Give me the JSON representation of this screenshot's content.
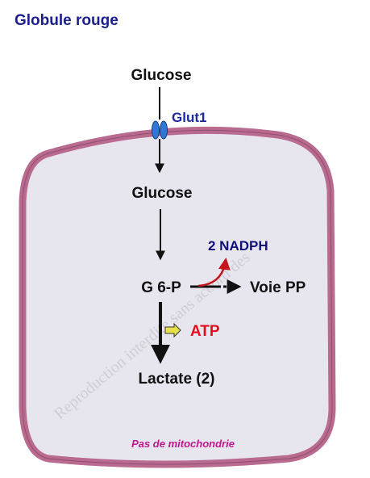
{
  "title": "Globule rouge",
  "labels": {
    "glucose_outside": "Glucose",
    "transporter": "Glut1",
    "glucose_inside": "Glucose",
    "nadph": "2 NADPH",
    "g6p": "G 6-P",
    "pentose_pathway": "Voie PP",
    "atp": "ATP",
    "lactate": "Lactate (2)",
    "note": "Pas de mitochondrie"
  },
  "watermark": "Reproduction interdite sans accord des",
  "colors": {
    "title": "#1a1f8c",
    "transporter": "#1a2aa0",
    "nadph": "#10107a",
    "atp": "#e0101c",
    "note": "#c0168c",
    "membrane": "#b86a8f",
    "cytoplasm": "#e7e5ee",
    "channel": "#2f78d6",
    "nadph_arrow": "#c4141c",
    "atp_arrow": "#e8e04a"
  },
  "icons": {
    "membrane_channel": "channel-icon",
    "atp_yield": "hollow-arrow-icon"
  }
}
